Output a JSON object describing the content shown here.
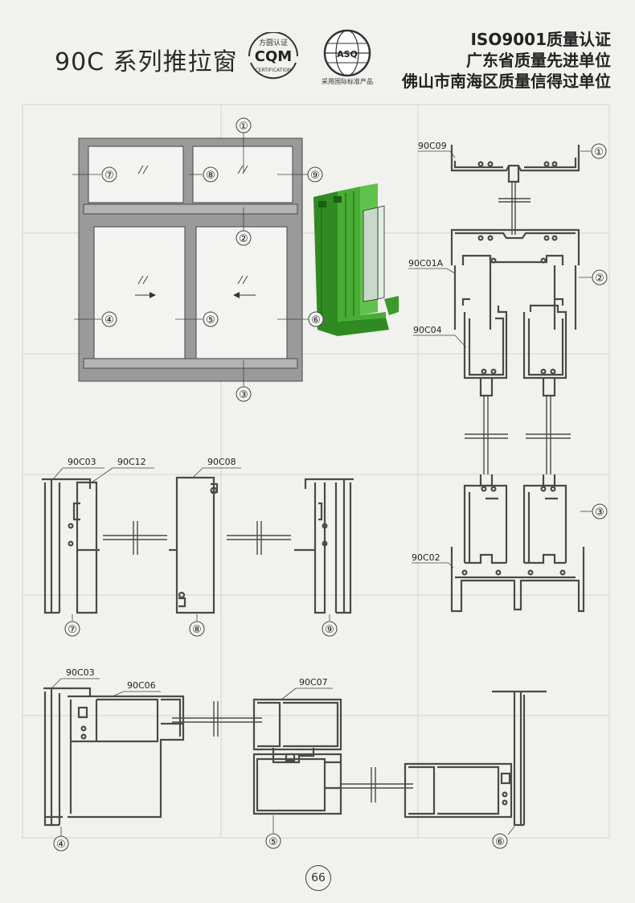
{
  "header": {
    "title": "90C 系列推拉窗",
    "logos": [
      {
        "name": "CQM",
        "arc_text": "方圆认证",
        "main_text": "CQM",
        "sub_text": "CERTIFICATION"
      },
      {
        "name": "seal",
        "main_text": "ASQ",
        "sub_text": "采用国际标准产品"
      }
    ],
    "certifications": [
      "ISO9001质量认证",
      "广东省质量先进单位",
      "佛山市南海区质量信得过单位"
    ]
  },
  "window_diagram": {
    "callouts": [
      "①",
      "②",
      "③",
      "④",
      "⑤",
      "⑥",
      "⑦",
      "⑧",
      "⑨"
    ]
  },
  "part_codes": {
    "c09": "90C09",
    "c01a": "90C01A",
    "c04": "90C04",
    "c02": "90C02",
    "c03": "90C03",
    "c12": "90C12",
    "c08": "90C08",
    "c06": "90C06",
    "c07": "90C07"
  },
  "colors": {
    "profile_green": "#3c9a2c",
    "line": "#4a4a4a",
    "frame_gray": "#8e8e8e"
  },
  "page_number": "66"
}
